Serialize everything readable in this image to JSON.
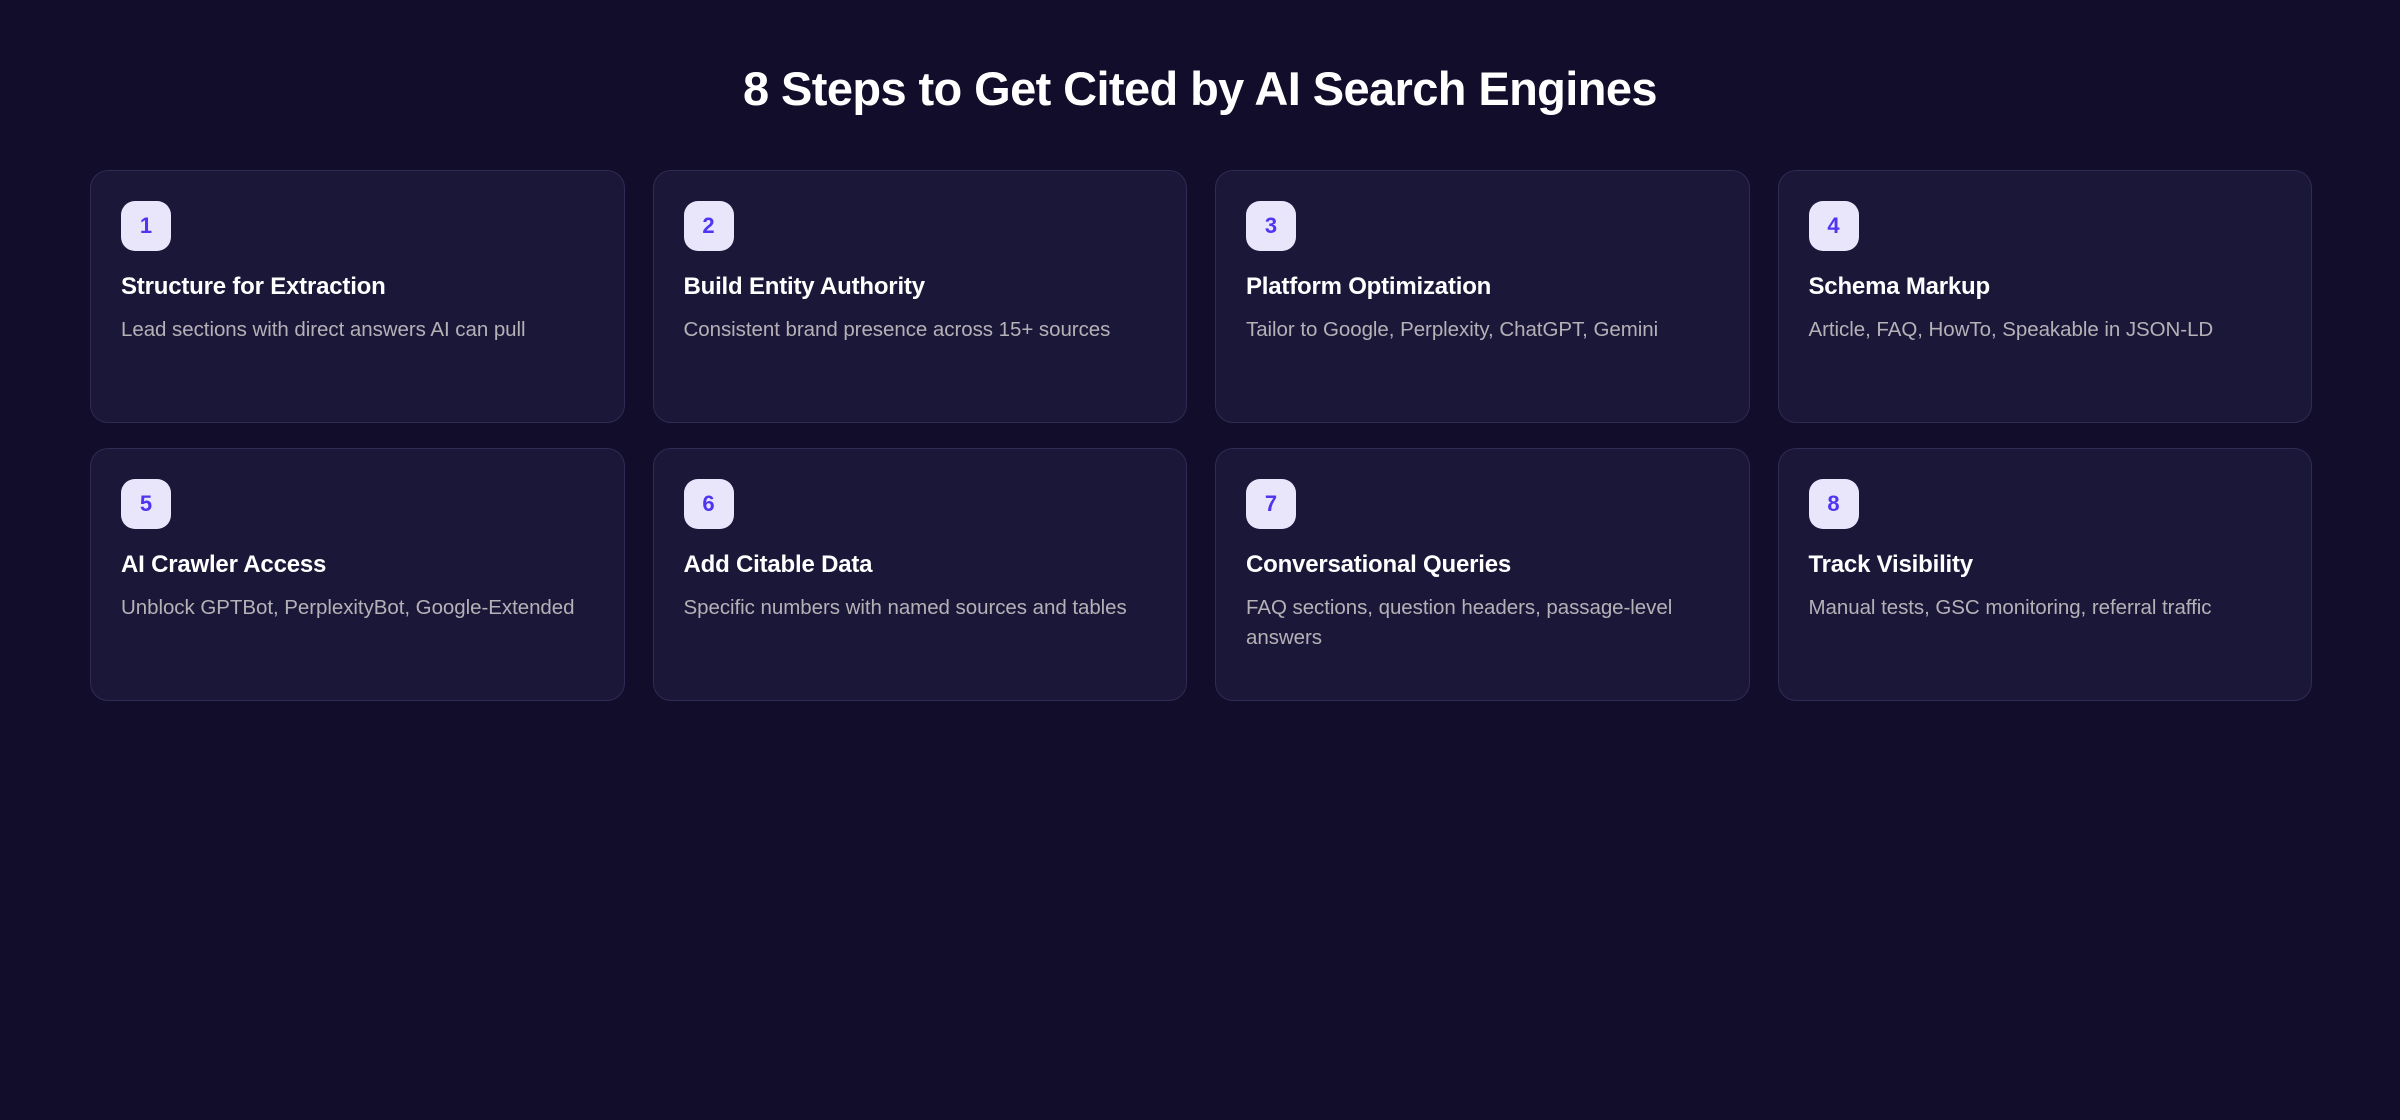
{
  "page": {
    "background_color": "#110d2a",
    "title": "8 Steps to Get Cited by AI Search Engines"
  },
  "theme": {
    "card_background": "#1b1739",
    "card_border": "#302b53",
    "badge_background": "#e9e6fb",
    "badge_text_color": "#4f35f0",
    "title_color": "#ffffff",
    "body_text_color": "#b5b1b6"
  },
  "cards": [
    {
      "number": "1",
      "title": "Structure for Extraction",
      "description": "Lead sections with direct answers AI can pull"
    },
    {
      "number": "2",
      "title": "Build Entity Authority",
      "description": "Consistent brand presence across 15+ sources"
    },
    {
      "number": "3",
      "title": "Platform Optimization",
      "description": "Tailor to Google, Perplexity, ChatGPT, Gemini"
    },
    {
      "number": "4",
      "title": "Schema Markup",
      "description": "Article, FAQ, HowTo, Speakable in JSON-LD"
    },
    {
      "number": "5",
      "title": "AI Crawler Access",
      "description": "Unblock GPTBot, PerplexityBot, Google-Extended"
    },
    {
      "number": "6",
      "title": "Add Citable Data",
      "description": "Specific numbers with named sources and tables"
    },
    {
      "number": "7",
      "title": "Conversational Queries",
      "description": "FAQ sections, question headers, passage-level answers"
    },
    {
      "number": "8",
      "title": "Track Visibility",
      "description": "Manual tests, GSC monitoring, referral traffic"
    }
  ]
}
